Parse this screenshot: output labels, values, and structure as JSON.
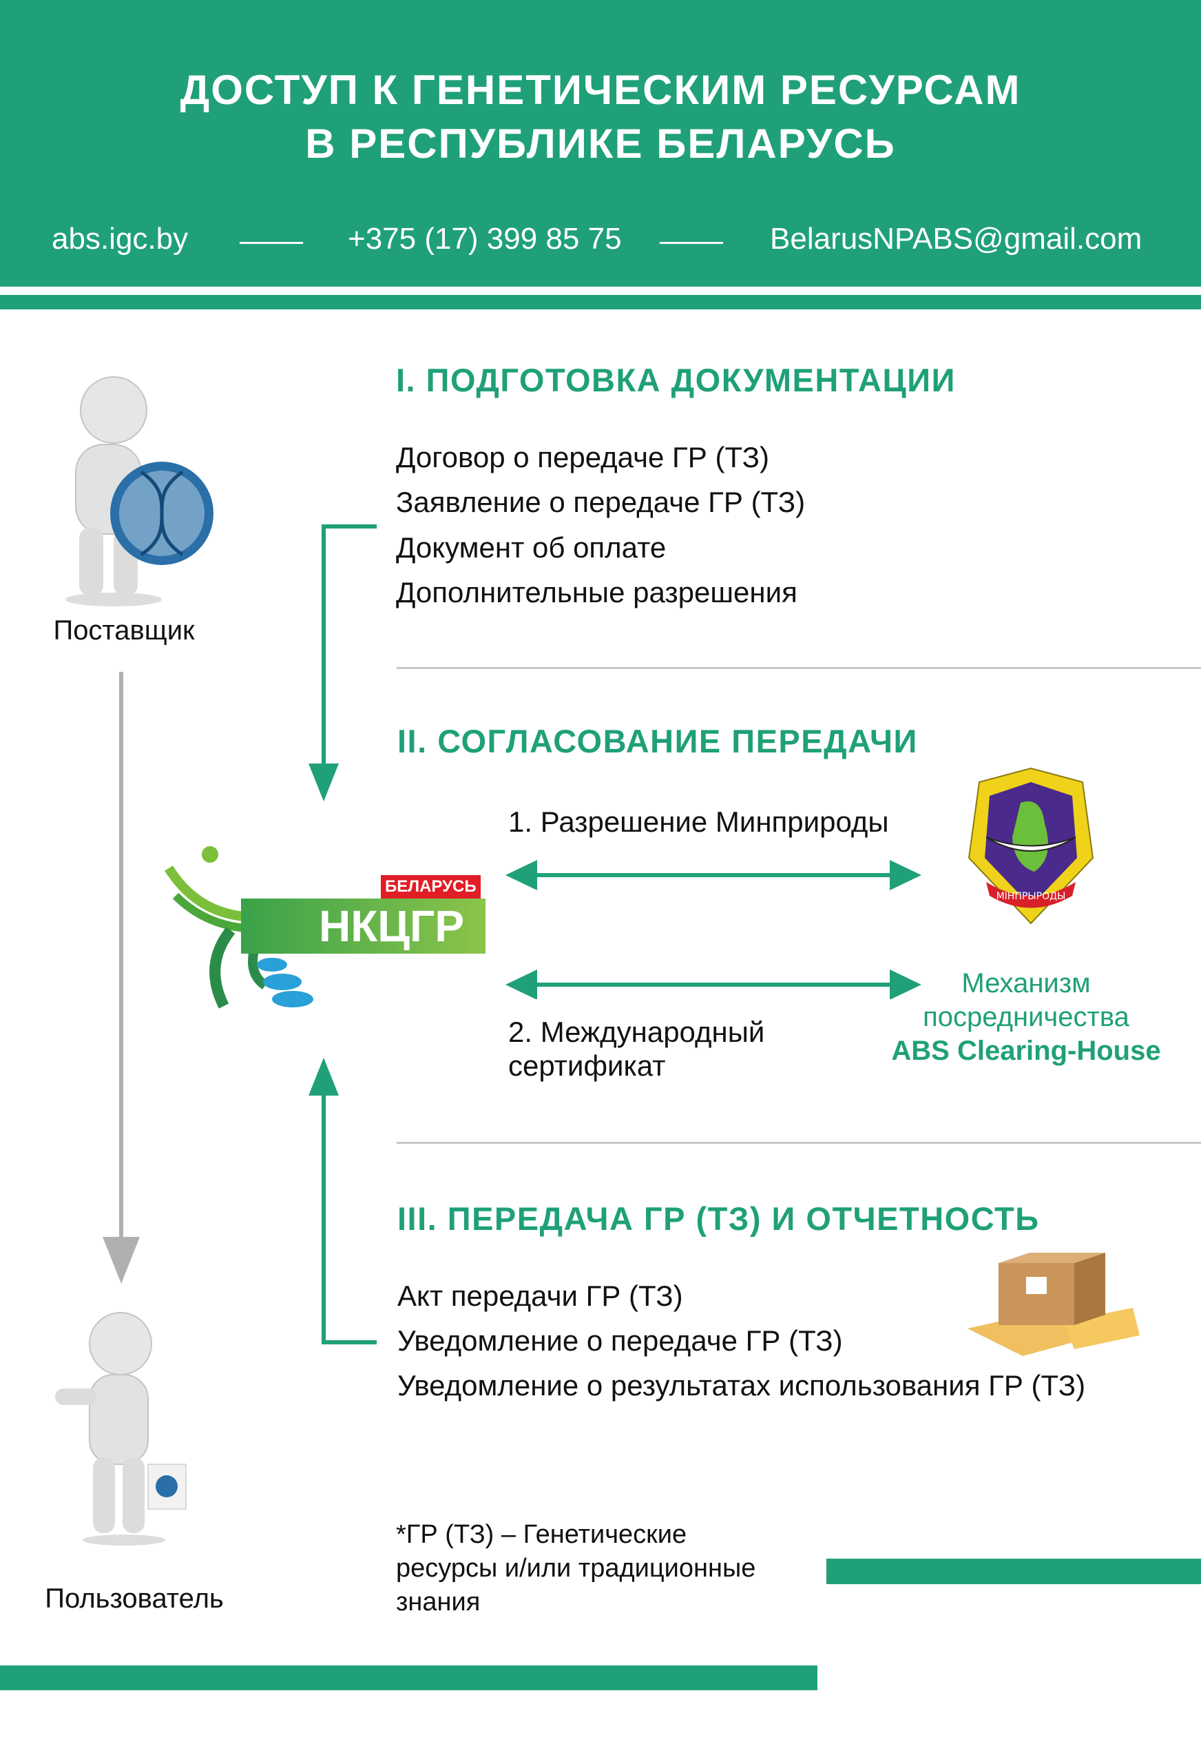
{
  "header": {
    "title_line1": "ДОСТУП К ГЕНЕТИЧЕСКИМ РЕСУРСАМ",
    "title_line2": "В РЕСПУБЛИКЕ БЕЛАРУСЬ",
    "website": "abs.igc.by",
    "phone": "+375 (17) 399 85 75",
    "email": "BelarusNPABS@gmail.com"
  },
  "actors": {
    "provider": "Поставщик",
    "user": "Пользователь"
  },
  "section1": {
    "heading": "I. ПОДГОТОВКА ДОКУМЕНТАЦИИ",
    "items": [
      "Договор о передаче ГР (ТЗ)",
      "Заявление о передаче ГР (ТЗ)",
      "Документ об оплате",
      "Дополнительные разрешения"
    ]
  },
  "section2": {
    "heading": "II. СОГЛАСОВАНИЕ ПЕРЕДАЧИ",
    "step1": "1. Разрешение Минприроды",
    "step2_line1": "2. Международный",
    "step2_line2": "сертификат",
    "center_logo": {
      "text": "НКЦГР",
      "badge": "БЕЛАРУСЬ"
    },
    "emblem_text": "МІНПРЫРОДЫ",
    "mechanism_line1": "Механизм",
    "mechanism_line2": "посредничества",
    "mechanism_line3": "ABS Clearing-House"
  },
  "section3": {
    "heading": "III. ПЕРЕДАЧА ГР (ТЗ) И ОТЧЕТНОСТЬ",
    "items": [
      "Акт передачи ГР (ТЗ)",
      "Уведомление о передаче ГР (ТЗ)",
      "Уведомление о результатах использования ГР (ТЗ)"
    ]
  },
  "footnote": {
    "line1": "*ГР (ТЗ) – Генетические",
    "line2": "ресурсы и/или традиционные",
    "line3": "знания"
  },
  "colors": {
    "accent": "#1fa078",
    "divider": "#c8c8c8",
    "arrow_gray": "#b0b0b0"
  }
}
